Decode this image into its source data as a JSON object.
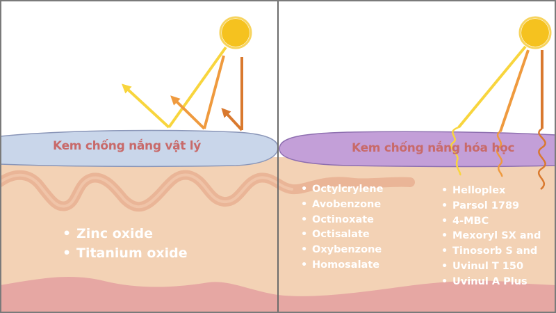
{
  "colors": {
    "skin": "#f3d2b5",
    "skin_wave": "#eab597",
    "skin_deep": "#e6a7a3",
    "physical_layer": "#c9d6ea",
    "chemical_layer": "#c39fd8",
    "sun": "#f5c21f",
    "ray_yellow": "#f8d53d",
    "ray_orange": "#ef9a3e",
    "ray_dark": "#d9792e",
    "title_text": "#c86a6a",
    "divider": "#6b6b6b"
  },
  "panels": {
    "physical": {
      "title": "Kem chống nắng vật lý",
      "ingredients": [
        "Zinc oxide",
        "Titanium oxide"
      ]
    },
    "chemical": {
      "title": "Kem chống nắng hóa học",
      "ingredients_col1": [
        "Octylcrylene",
        "Avobenzone",
        "Octinoxate",
        "Octisalate",
        "Oxybenzone",
        "Homosalate"
      ],
      "ingredients_col2": [
        "Helloplex",
        "Parsol 1789",
        "4-MBC",
        "Mexoryl SX and",
        "Tinosorb S and",
        "Uvinul T 150",
        "Uvinul A Plus"
      ]
    }
  }
}
